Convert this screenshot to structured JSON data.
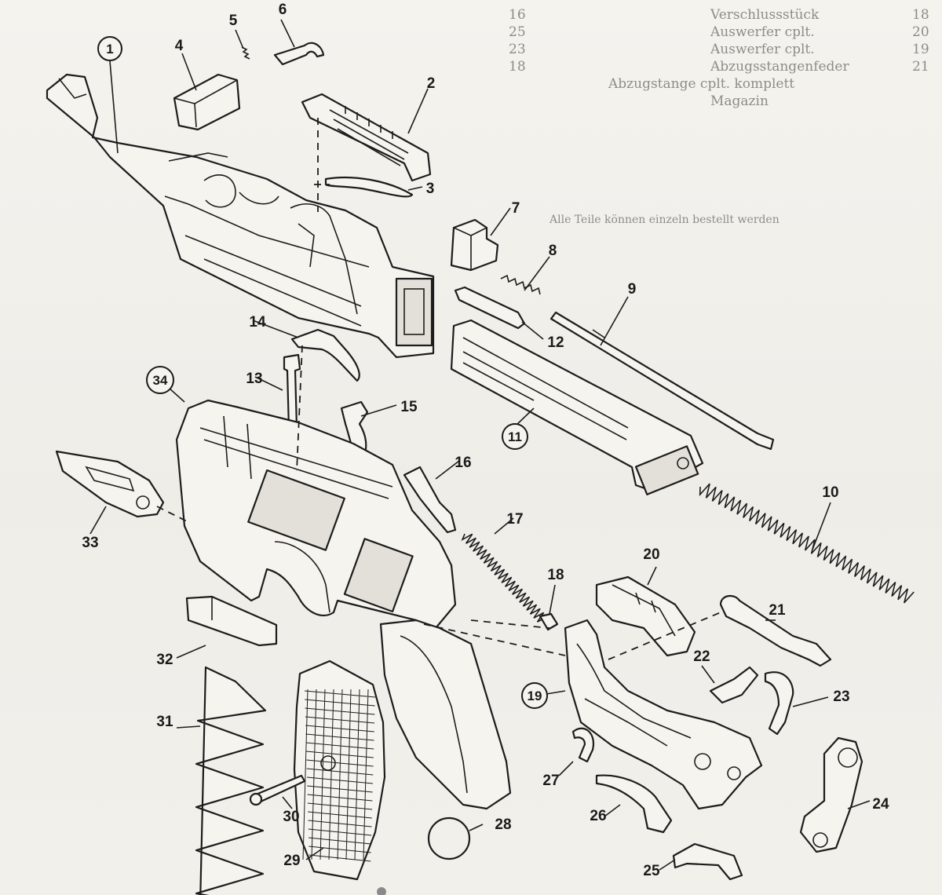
{
  "background_text": {
    "right_column": [
      "Verschlussstück",
      "Auswerfer cplt.",
      "Auswerfer cplt.",
      "Abzugsstangenfeder",
      "Abzugstange cplt. komplett",
      "Magazin"
    ],
    "right_numbers": [
      "18",
      "20",
      "19",
      "21"
    ],
    "top_numbers": [
      "16",
      "25",
      "23",
      "18"
    ],
    "heading": "Alle Teile können einzeln bestellt werden"
  },
  "parts": [
    {
      "id": "part-1",
      "label": "1",
      "circled": true
    },
    {
      "id": "part-2",
      "label": "2",
      "circled": false
    },
    {
      "id": "part-3",
      "label": "3",
      "circled": false
    },
    {
      "id": "part-4",
      "label": "4",
      "circled": false
    },
    {
      "id": "part-5",
      "label": "5",
      "circled": false
    },
    {
      "id": "part-6",
      "label": "6",
      "circled": false
    },
    {
      "id": "part-7",
      "label": "7",
      "circled": false
    },
    {
      "id": "part-8",
      "label": "8",
      "circled": false
    },
    {
      "id": "part-9",
      "label": "9",
      "circled": false
    },
    {
      "id": "part-10",
      "label": "10",
      "circled": false
    },
    {
      "id": "part-11",
      "label": "11",
      "circled": true
    },
    {
      "id": "part-12",
      "label": "12",
      "circled": false
    },
    {
      "id": "part-13",
      "label": "13",
      "circled": false
    },
    {
      "id": "part-14",
      "label": "14",
      "circled": false
    },
    {
      "id": "part-15",
      "label": "15",
      "circled": false
    },
    {
      "id": "part-16",
      "label": "16",
      "circled": false
    },
    {
      "id": "part-17",
      "label": "17",
      "circled": false
    },
    {
      "id": "part-18",
      "label": "18",
      "circled": false
    },
    {
      "id": "part-19",
      "label": "19",
      "circled": true
    },
    {
      "id": "part-20",
      "label": "20",
      "circled": false
    },
    {
      "id": "part-21",
      "label": "21",
      "circled": false
    },
    {
      "id": "part-22",
      "label": "22",
      "circled": false
    },
    {
      "id": "part-23",
      "label": "23",
      "circled": false
    },
    {
      "id": "part-24",
      "label": "24",
      "circled": false
    },
    {
      "id": "part-25",
      "label": "25",
      "circled": false
    },
    {
      "id": "part-26",
      "label": "26",
      "circled": false
    },
    {
      "id": "part-27",
      "label": "27",
      "circled": false
    },
    {
      "id": "part-28",
      "label": "28",
      "circled": false
    },
    {
      "id": "part-29",
      "label": "29",
      "circled": false
    },
    {
      "id": "part-30",
      "label": "30",
      "circled": false
    },
    {
      "id": "part-31",
      "label": "31",
      "circled": false
    },
    {
      "id": "part-32",
      "label": "32",
      "circled": false
    },
    {
      "id": "part-33",
      "label": "33",
      "circled": false
    },
    {
      "id": "part-34",
      "label": "34",
      "circled": true
    }
  ]
}
